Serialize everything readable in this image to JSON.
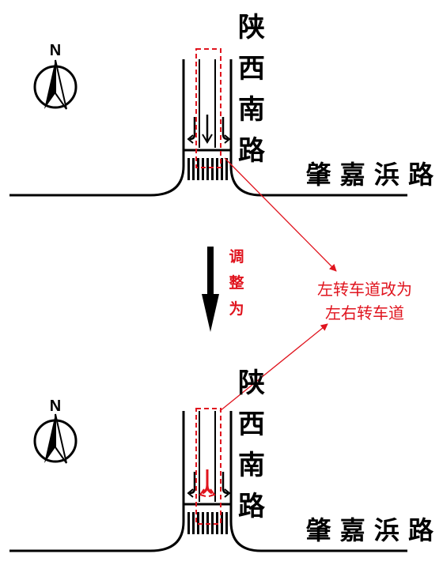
{
  "colors": {
    "road": "#000000",
    "annotation": "#e0141e",
    "background": "#ffffff"
  },
  "north_label": "N",
  "top_panel": {
    "vertical_road_name": [
      "陕",
      "西",
      "南",
      "路"
    ],
    "horizontal_road_name": "肇 嘉 浜 路",
    "lane_markings": [
      "left-turn-arrow",
      "straight-arrow",
      "right-turn-arrow"
    ]
  },
  "transition": {
    "label_chars": [
      "调",
      "整",
      "为"
    ],
    "arrow": "down-arrow-icon"
  },
  "annotation": {
    "line1": "左转车道改为",
    "line2": "左右转车道"
  },
  "bottom_panel": {
    "vertical_road_name": [
      "陕",
      "西",
      "南",
      "路"
    ],
    "horizontal_road_name": "肇 嘉 浜 路",
    "lane_markings": [
      "left-turn-arrow",
      "left-right-turn-arrow",
      "right-turn-arrow"
    ]
  }
}
